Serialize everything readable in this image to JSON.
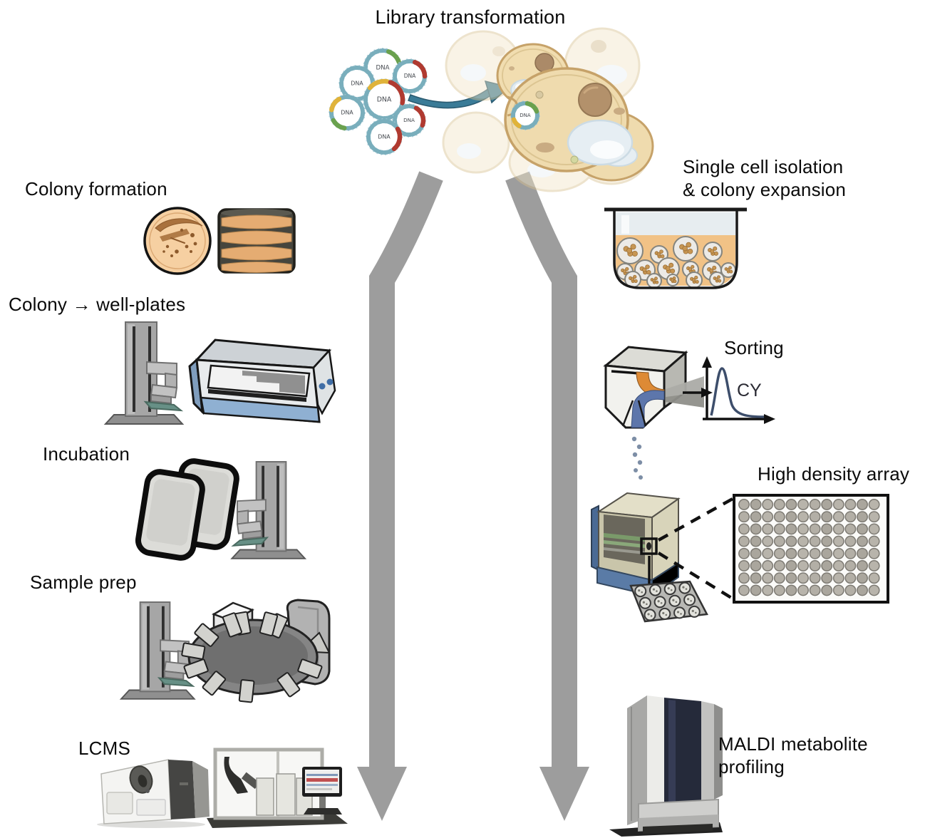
{
  "title": "Library transformation",
  "dna_label": "DNA",
  "left_steps": [
    {
      "id": "colony-formation",
      "label": "Colony formation"
    },
    {
      "id": "colony-wellplates",
      "label": "Colony → well-plates"
    },
    {
      "id": "incubation",
      "label": "Incubation"
    },
    {
      "id": "sample-prep",
      "label": "Sample prep"
    },
    {
      "id": "lcms",
      "label": "LCMS"
    }
  ],
  "right_steps": [
    {
      "id": "single-cell-isolation",
      "label": "Single cell isolation\n& colony expansion"
    },
    {
      "id": "sorting",
      "label": "Sorting"
    },
    {
      "id": "high-density-array",
      "label": "High density array"
    },
    {
      "id": "maldi-profiling",
      "label": "MALDI metabolite\nprofiling"
    }
  ],
  "sorting_plot": {
    "peak_label": "CY"
  },
  "hd_array_plate": {
    "rows": 8,
    "cols": 12
  },
  "mini_plate": {
    "rows": 3,
    "cols": 4
  },
  "colors": {
    "flow_arrow": "#9d9d9d",
    "transform_arrow": "#3a7b97",
    "text": "#0a0a0a",
    "cell_fill": "#efdbae",
    "cell_stroke": "#c6a269",
    "liquid": "#f1c286",
    "plasmid_ring": "#79aebc",
    "seg_green": "#6aa14e",
    "seg_red": "#b03a30",
    "seg_yellow": "#e0b33a"
  }
}
